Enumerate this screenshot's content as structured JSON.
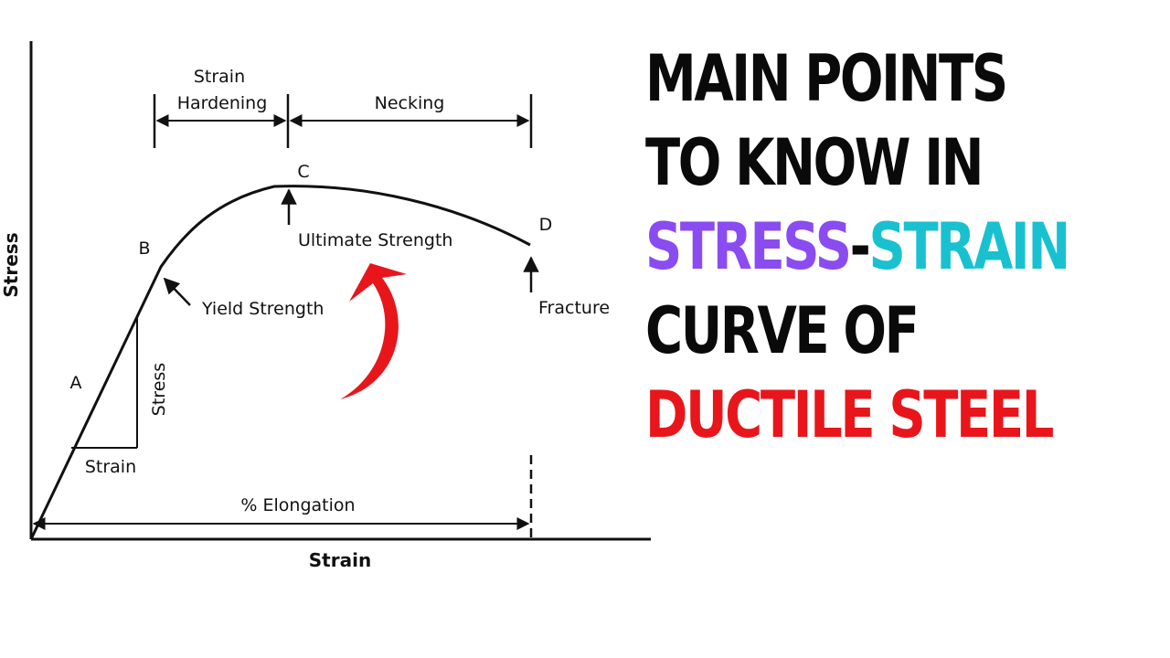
{
  "diagram": {
    "segments": {
      "strain_hardening": "Strain\nHardening",
      "necking": "Necking"
    },
    "points": {
      "a": "A",
      "b": "B",
      "c": "C",
      "d": "D"
    },
    "annotations": {
      "ultimate_strength": "Ultimate Strength",
      "yield_strength": "Yield Strength",
      "fracture": "Fracture",
      "triangle_stress": "Stress",
      "triangle_strain": "Strain",
      "elongation": "% Elongation"
    },
    "axes": {
      "x_label": "Strain",
      "y_label": "Stress"
    },
    "colors": {
      "line": "#111111",
      "arrow": "#e8161b"
    }
  },
  "headline": {
    "line1": "MAIN POINTS",
    "line2": "TO KNOW IN",
    "stress": "STRESS",
    "dash": "-",
    "strain": "STRAIN",
    "line4": "CURVE OF",
    "line5": "DUCTILE STEEL",
    "colors": {
      "default": "#0a0a0a",
      "stress": "#8a4cf0",
      "strain": "#19c1d0",
      "ductile": "#e8161b"
    }
  }
}
